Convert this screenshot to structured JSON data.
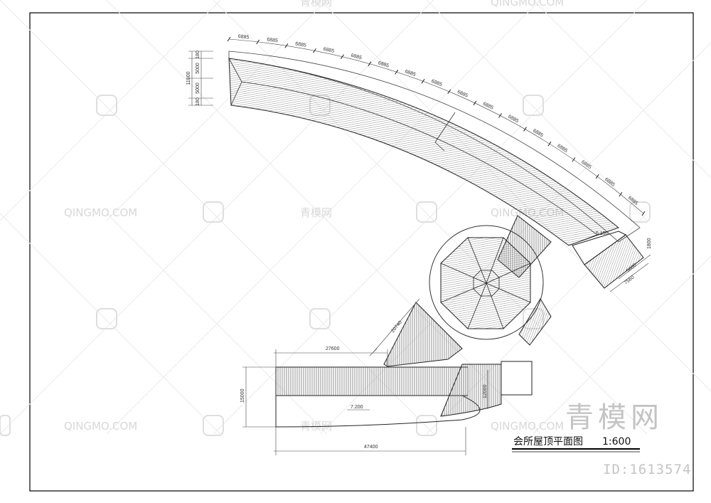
{
  "drawing_title": "会所屋顶平面图",
  "drawing_scale": "1:600",
  "arc_bay_dimension": "6885",
  "arc_bay_count": 16,
  "dim_left_total": "11800",
  "dim_left_a": "5000",
  "dim_left_b": "5000",
  "dim_left_c": "180",
  "dim_left_d": "180",
  "elev_arc_end": "5.150",
  "stair_dim_1": "1800",
  "stair_dim_2": "5600",
  "stair_dim_3": "7560",
  "dim_corridor": "20740",
  "dim_top": "27600",
  "dim_bottom": "47400",
  "dim_height_left": "15000",
  "dim_stair_right": "12000",
  "elev_bottom": "7.200",
  "watermark_en": "QINGMO.COM",
  "watermark_cn": "青模网",
  "brand_text": "青模网",
  "image_id": "ID:1613574"
}
